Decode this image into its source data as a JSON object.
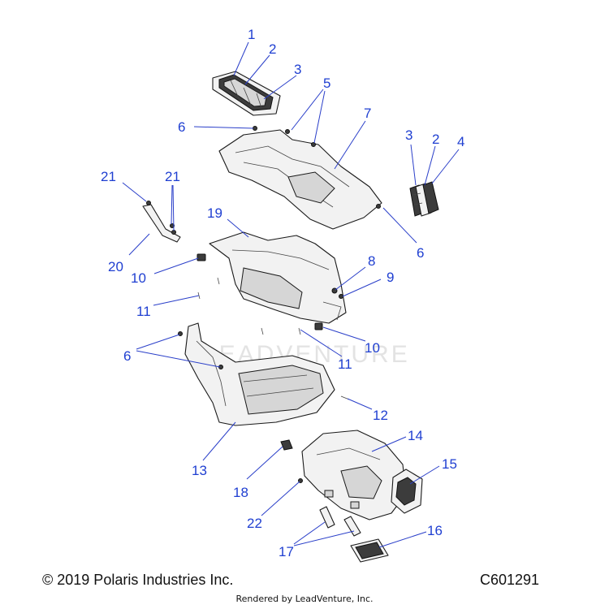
{
  "watermark": "LEADVENTURE",
  "callouts": {
    "c1": "1",
    "c2a": "2",
    "c3a": "3",
    "c5": "5",
    "c6a": "6",
    "c7": "7",
    "c3b": "3",
    "c2b": "2",
    "c4": "4",
    "c21a": "21",
    "c21b": "21",
    "c19": "19",
    "c20": "20",
    "c6b": "6",
    "c10a": "10",
    "c8": "8",
    "c9": "9",
    "c11a": "11",
    "c10b": "10",
    "c11b": "11",
    "c6c": "6",
    "c12": "12",
    "c14": "14",
    "c13": "13",
    "c15": "15",
    "c18": "18",
    "c22": "22",
    "c16": "16",
    "c17": "17"
  },
  "footer": {
    "copyright": "© 2019 Polaris Industries Inc.",
    "drawing_number": "C601291",
    "rendered_by": "Rendered by LeadVenture, Inc."
  }
}
